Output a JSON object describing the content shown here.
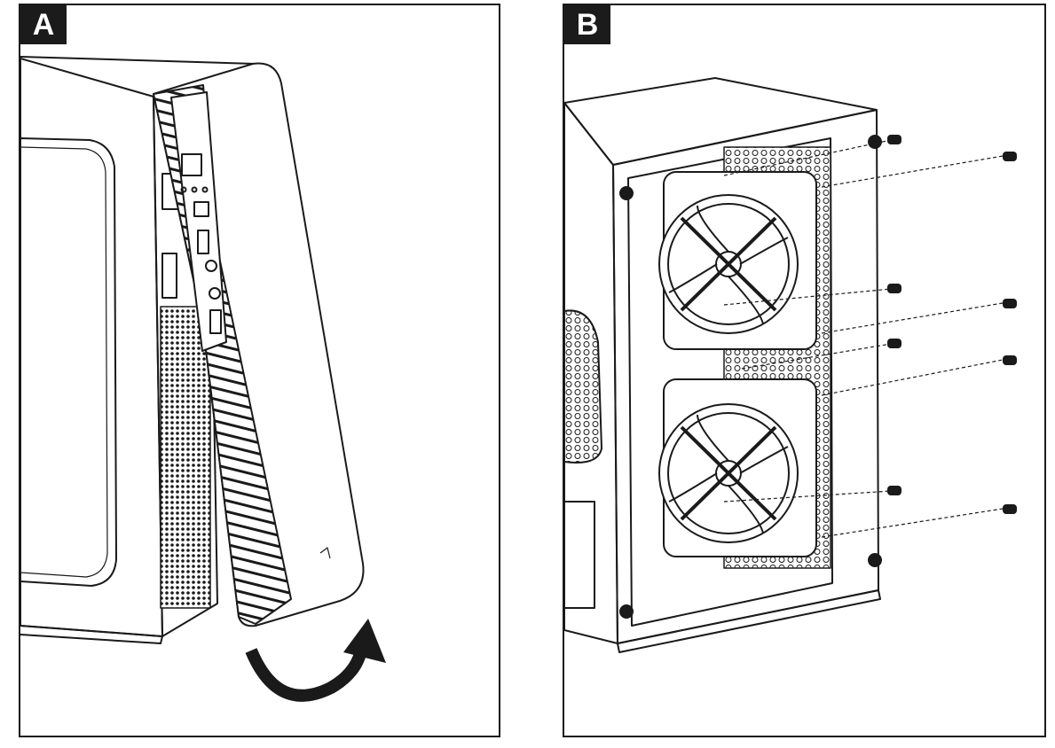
{
  "panels": [
    {
      "label": "A",
      "illustration": "front-panel-removal"
    },
    {
      "label": "B",
      "illustration": "front-fan-installation"
    }
  ],
  "colors": {
    "line": "#1a1a1a",
    "badge_bg": "#1b1b1b",
    "badge_text": "#ffffff",
    "background": "#ffffff"
  },
  "icons": [
    "curved-arrow-icon",
    "screw-icon",
    "fan-icon"
  ]
}
